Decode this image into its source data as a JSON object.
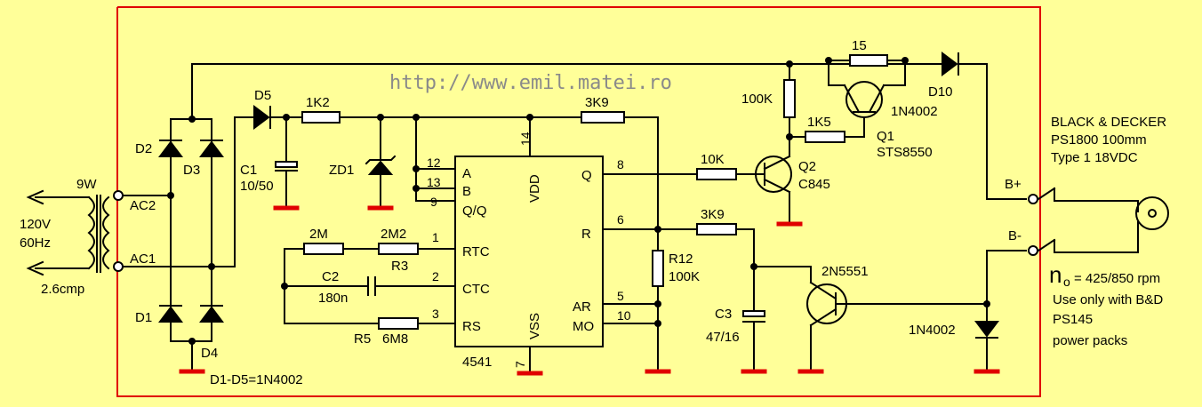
{
  "url": "http://www.emil.matei.ro",
  "transformer": {
    "power": "9W",
    "current": "2.6cmp",
    "input_line1": "120V",
    "input_line2": "60Hz",
    "ac2": "AC2",
    "ac1": "AC1"
  },
  "diodes": {
    "d1": "D1",
    "d2": "D2",
    "d3": "D3",
    "d4": "D4",
    "d5": "D5",
    "d10": "D10",
    "note": "D1-D5=1N4002",
    "zd1": "ZD1",
    "q1_diode": "1N4002",
    "out_diode": "1N4002"
  },
  "resistors": {
    "r1k2": "1K2",
    "r3k9a": "3K9",
    "r15": "15",
    "r100k": "100K",
    "r1k5": "1K5",
    "r10k": "10K",
    "r3k9b": "3K9",
    "r2m": "2M",
    "r2m2": "2M2",
    "r3": "R3",
    "r5": "R5",
    "r6m8": "6M8",
    "r12": "R12",
    "r12v": "100K"
  },
  "capacitors": {
    "c1": "C1",
    "c1v": "10/50",
    "c2": "C2",
    "c2v": "180n",
    "c3": "C3",
    "c3v": "47/16"
  },
  "transistors": {
    "q1": "Q1",
    "q1t": "STS8550",
    "q2": "Q2",
    "q2t": "C845",
    "q3t": "2N5551"
  },
  "ic": {
    "name": "4541",
    "vdd": "VDD",
    "vss": "VSS",
    "a": "A",
    "b": "B",
    "qq": "Q/Q",
    "rtc": "RTC",
    "ctc": "CTC",
    "rs": "RS",
    "q": "Q",
    "r": "R",
    "ar": "AR",
    "mo": "MO",
    "p14": "14",
    "p12": "12",
    "p13": "13",
    "p9": "9",
    "p1": "1",
    "p2": "2",
    "p3": "3",
    "p8": "8",
    "p6": "6",
    "p5": "5",
    "p10": "10",
    "p7": "7"
  },
  "output": {
    "bplus": "B+",
    "bminus": "B-",
    "brand": "BLACK & DECKER",
    "model": "PS1800 100mm",
    "type": "Type 1  18VDC",
    "speed_n": "n",
    "speed_sub": "o",
    "speed_val": "= 425/850 rpm",
    "note1": "Use only with B&D",
    "note2": "PS145",
    "note3": "power packs"
  }
}
